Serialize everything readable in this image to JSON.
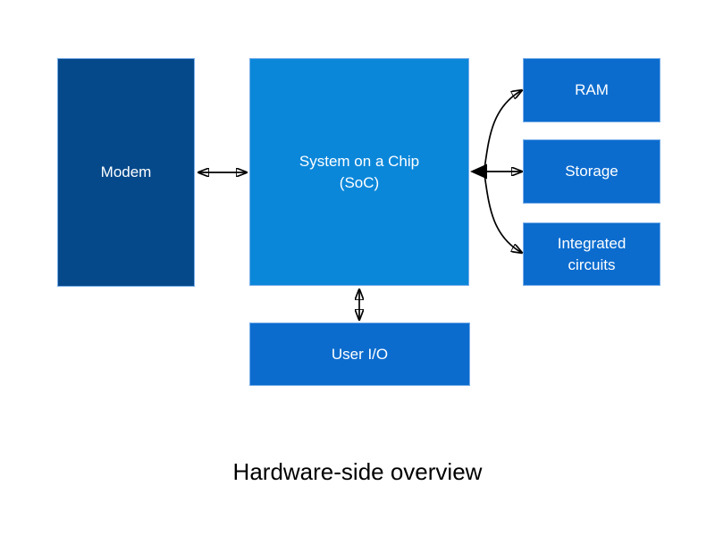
{
  "diagram": {
    "title": "Hardware-side overview",
    "nodes": {
      "modem": {
        "label": "Modem"
      },
      "soc": {
        "label": "System on a Chip\n(SoC)"
      },
      "ram": {
        "label": "RAM"
      },
      "storage": {
        "label": "Storage"
      },
      "ic": {
        "label": "Integrated\ncircuits"
      },
      "userio": {
        "label": "User I/O"
      }
    },
    "edges": [
      {
        "from": "modem",
        "to": "soc",
        "direction": "bidirectional",
        "style": "straight"
      },
      {
        "from": "soc",
        "to": "ram",
        "direction": "bidirectional",
        "style": "curved"
      },
      {
        "from": "soc",
        "to": "storage",
        "direction": "bidirectional",
        "style": "straight"
      },
      {
        "from": "soc",
        "to": "integrated-circuits",
        "direction": "bidirectional",
        "style": "curved"
      },
      {
        "from": "soc",
        "to": "user-io",
        "direction": "bidirectional",
        "style": "straight"
      }
    ],
    "colors": {
      "background": "#ffffff",
      "modem_fill": "#05498b",
      "soc_fill": "#0b87da",
      "node_fill": "#0c6cce",
      "node_border": "#79aee8",
      "node_text": "#ffffff",
      "arrow": "#000000",
      "title_text": "#000000"
    }
  }
}
